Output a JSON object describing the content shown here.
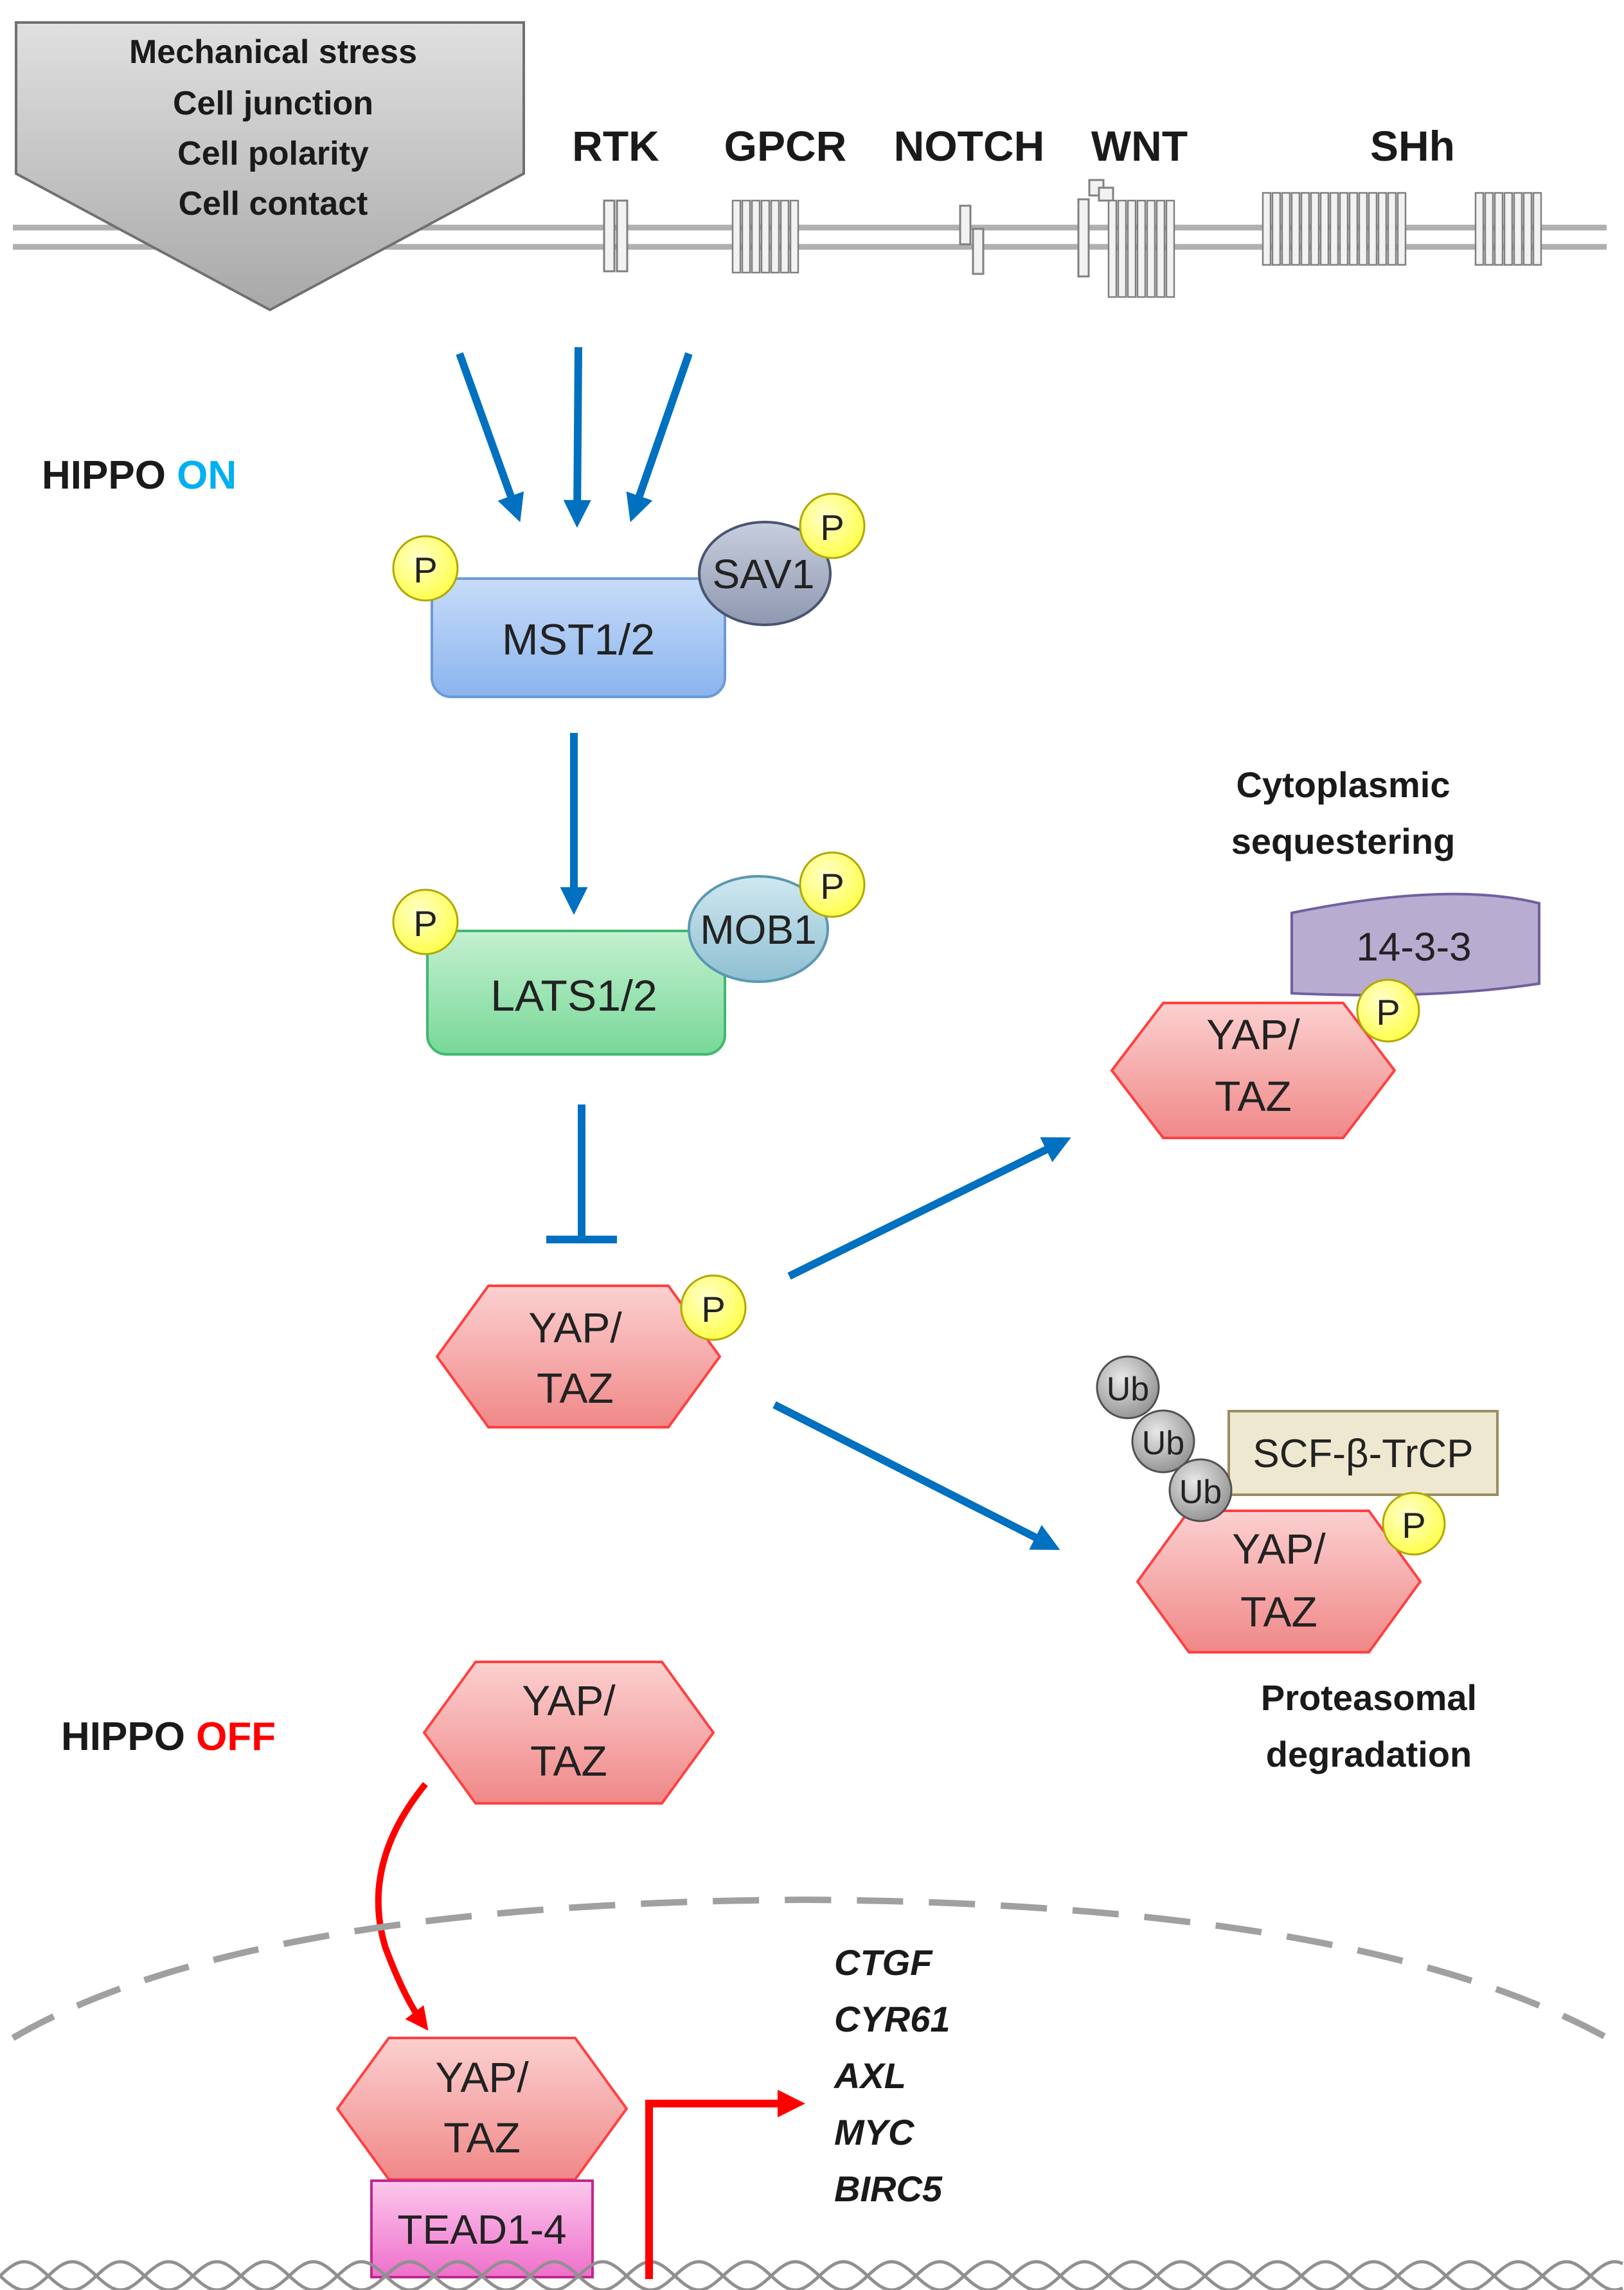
{
  "stimuli": {
    "lines": [
      "Mechanical stress",
      "Cell junction",
      "Cell polarity",
      "Cell contact"
    ]
  },
  "receptors": [
    "RTK",
    "GPCR",
    "NOTCH",
    "WNT",
    "SHh"
  ],
  "states": {
    "on": {
      "prefix": "HIPPO",
      "word": "ON",
      "color": "#00b0f0"
    },
    "off": {
      "prefix": "HIPPO",
      "word": "OFF",
      "color": "#ff0000"
    }
  },
  "proteins": {
    "mst": "MST1/2",
    "sav": "SAV1",
    "lats": "LATS1/2",
    "mob": "MOB1",
    "yap_line1": "YAP/",
    "yap_line2": "TAZ",
    "p": "P",
    "tead": "TEAD1-4",
    "scf": "SCF-β-TrCP",
    "ub": "Ub",
    "fourteen": "14-3-3"
  },
  "fates": {
    "cytoplasmic": [
      "Cytoplasmic",
      "sequestering"
    ],
    "proteasomal": [
      "Proteasomal",
      "degradation"
    ]
  },
  "target_genes": [
    "CTGF",
    "CYR61",
    "AXL",
    "MYC",
    "BIRC5"
  ],
  "colors": {
    "blue_arrow": "#0070c0",
    "red_arrow": "#ff0000",
    "yap_fill": "#f4a0a0",
    "yap_stroke": "#ff4040",
    "mst_fill": "#a8c8f0",
    "lats_fill": "#9ee0b0",
    "p_fill": "#ffff66",
    "tead_fill": "#f080d0",
    "fourteen_fill": "#b8acd0",
    "scf_fill": "#efe8d0"
  }
}
